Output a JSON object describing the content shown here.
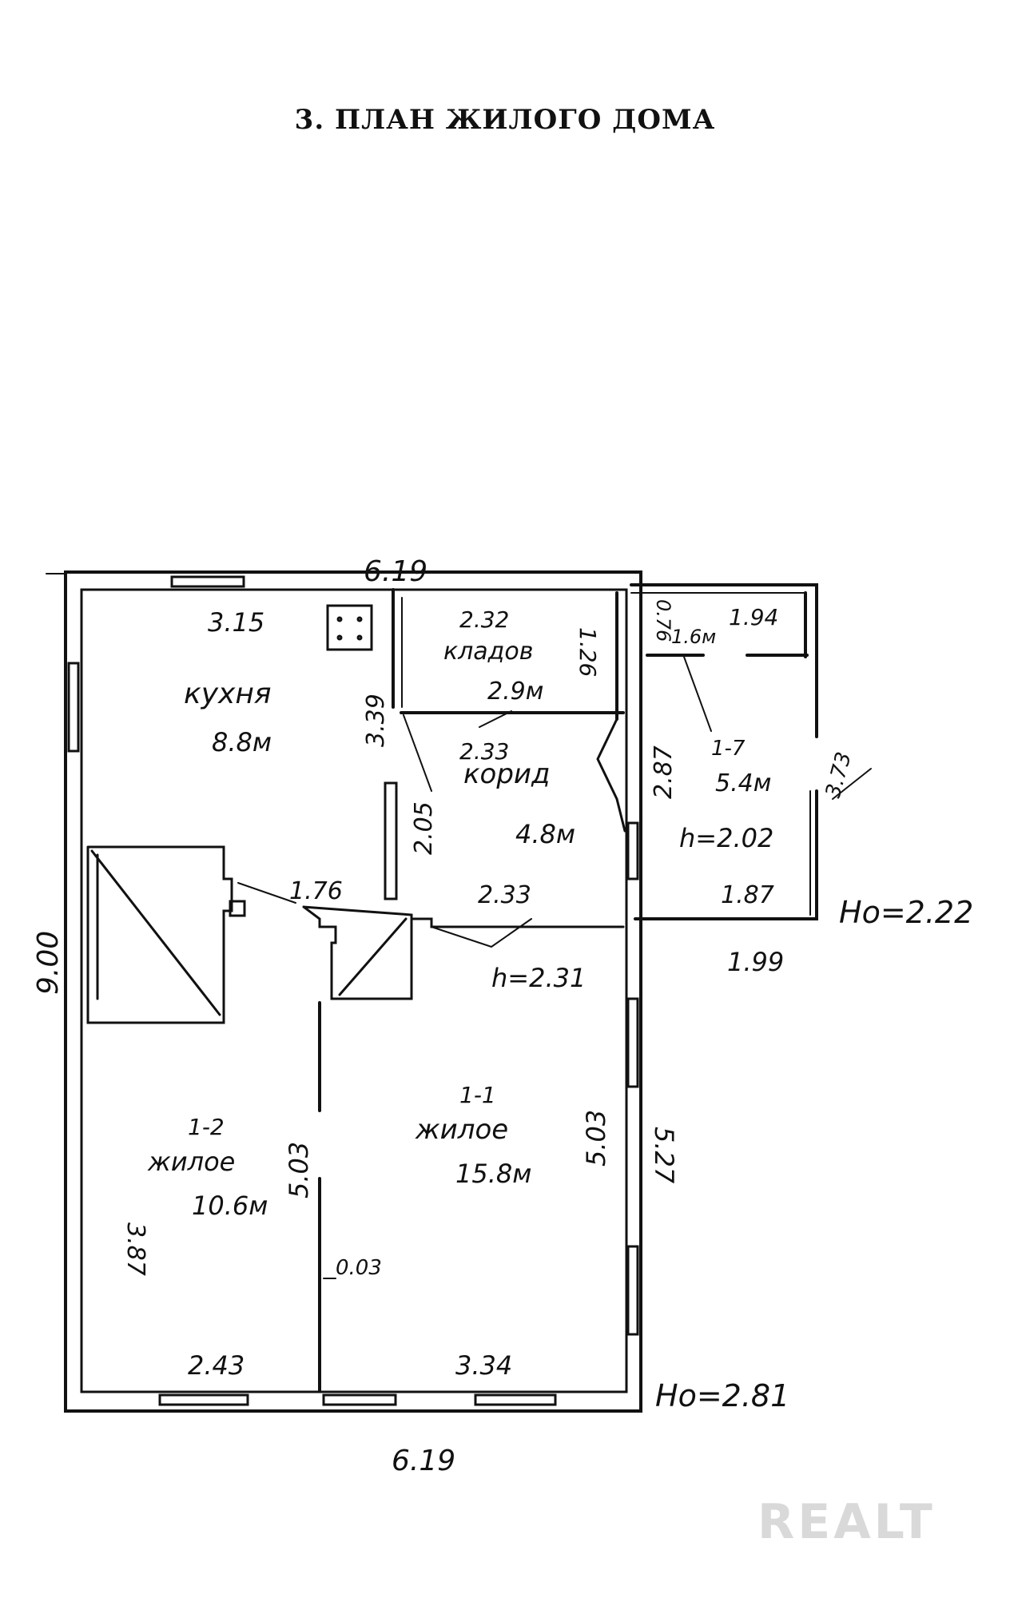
{
  "title": "3. ПЛАН ЖИЛОГО ДОМА",
  "dimensions": {
    "top_width": "6.19",
    "bottom_width": "6.19",
    "left_height": "9.00",
    "kitchen_top": "3.15",
    "kitchen_wall": "3.39",
    "pantry_top": "2.32",
    "pantry_side": "1.26",
    "pantry_door": "2.33",
    "corridor_side": "2.05",
    "corridor_bottom": "2.33",
    "stair_width": "1.76",
    "room12_side": "3.87",
    "room12_bottom": "2.43",
    "room12_wall": "5.03",
    "room11_wall": "5.03",
    "room11_bottom": "3.34",
    "partition": "0.03",
    "east_side": "5.27",
    "porch_small": "0.76",
    "porch_top": "1.94",
    "porch_side": "2.87",
    "porch_inner_bottom": "1.87",
    "porch_bottom": "1.99",
    "porch_right": "3.73"
  },
  "rooms": {
    "kitchen_name": "кухня",
    "kitchen_area": "8.8м",
    "pantry_name": "кладов",
    "pantry_area": "2.9м",
    "corridor_name": "корид",
    "corridor_area": "4.8м",
    "room11_id": "1-1",
    "room11_name": "жилое",
    "room11_area": "15.8м",
    "room12_id": "1-2",
    "room12_name": "жилое",
    "room12_area": "10.6м",
    "room17_id": "1-7",
    "room17_area": "5.4м",
    "room16_area": "1.6м"
  },
  "heights": {
    "porch_h": "h=2.02",
    "main_h": "h=2.31",
    "ho_porch": "Ho=2.22",
    "ho_main": "Ho=2.81"
  },
  "watermark": "REALT"
}
